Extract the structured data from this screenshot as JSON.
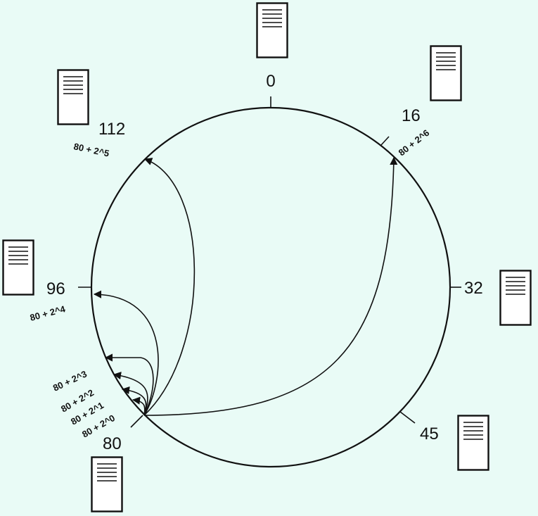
{
  "diagram": {
    "nodes": [
      {
        "id": "0",
        "label": "0"
      },
      {
        "id": "16",
        "label": "16"
      },
      {
        "id": "32",
        "label": "32"
      },
      {
        "id": "45",
        "label": "45"
      },
      {
        "id": "80",
        "label": "80"
      },
      {
        "id": "96",
        "label": "96"
      },
      {
        "id": "112",
        "label": "112"
      }
    ],
    "fingers": [
      {
        "id": "f0",
        "label": "80 + 2^0"
      },
      {
        "id": "f1",
        "label": "80 + 2^1"
      },
      {
        "id": "f2",
        "label": "80 + 2^2"
      },
      {
        "id": "f3",
        "label": "80 + 2^3"
      },
      {
        "id": "f4",
        "label": "80 + 2^4"
      },
      {
        "id": "f5",
        "label": "80 + 2^5"
      },
      {
        "id": "f6",
        "label": "80 + 2^6"
      }
    ],
    "server_icon": "server-icon"
  }
}
